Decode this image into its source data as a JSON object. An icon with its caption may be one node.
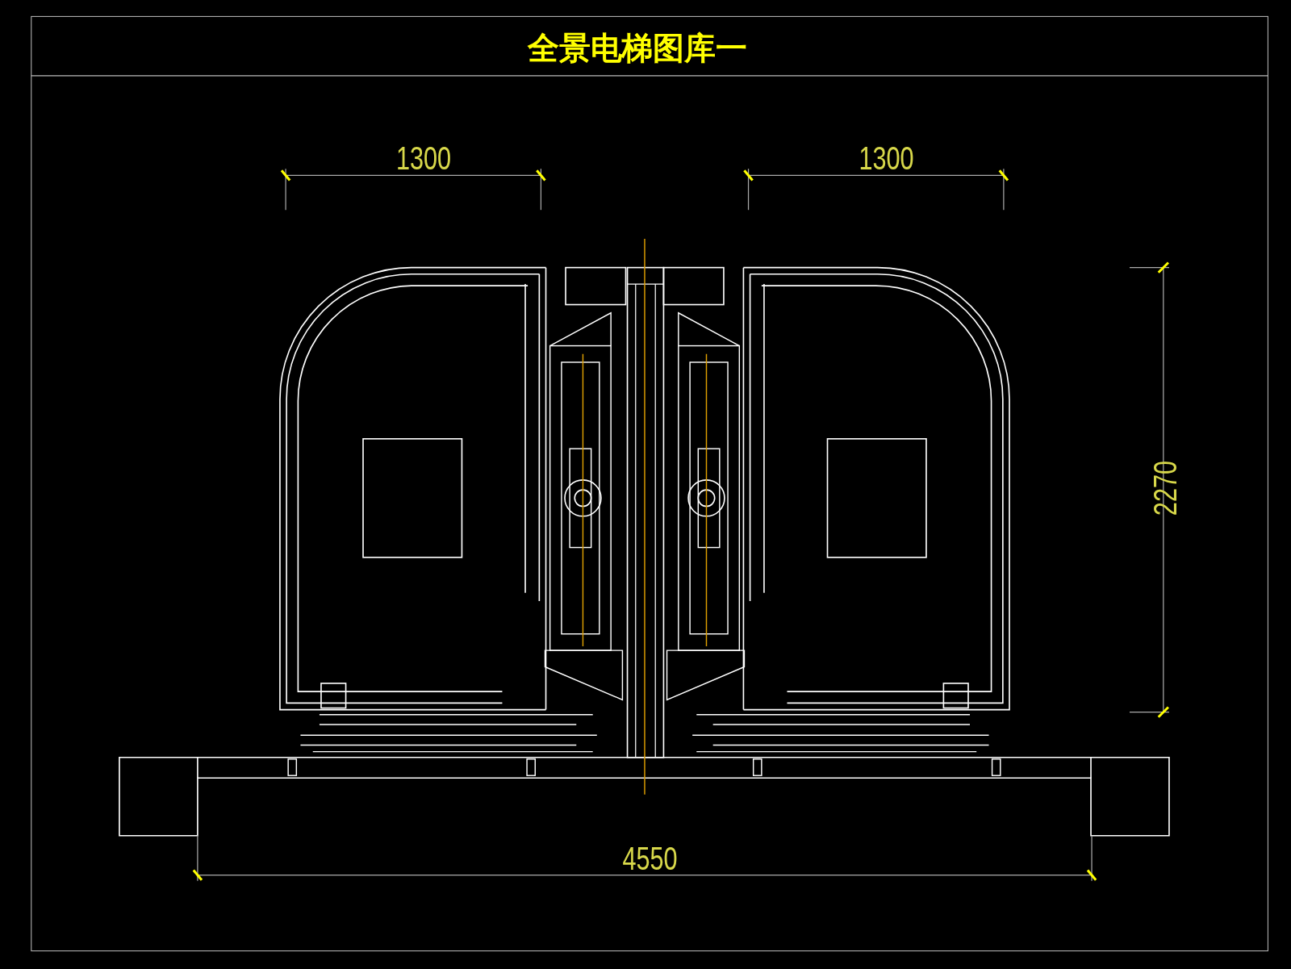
{
  "diagram": {
    "title": "全景电梯图库一",
    "labels": [
      "1300",
      "1300",
      "2270",
      "4550"
    ]
  }
}
